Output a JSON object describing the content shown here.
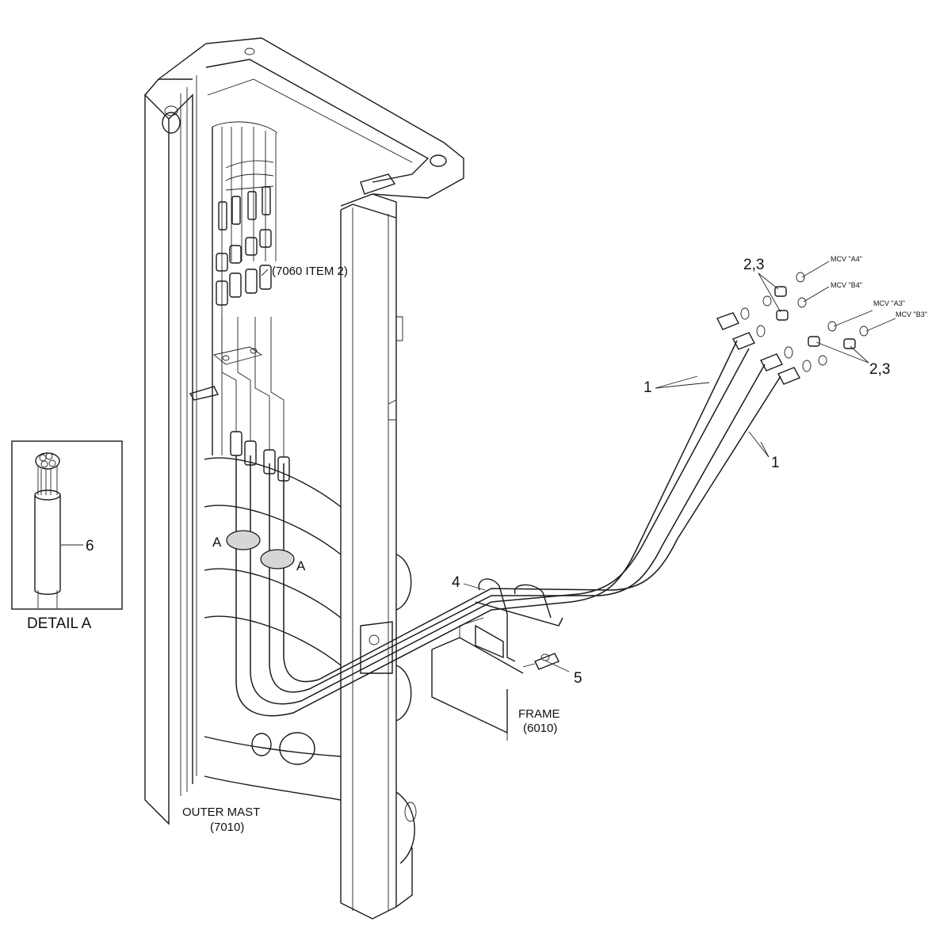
{
  "labels": {
    "item_2_3_top": "2,3",
    "item_2_3_right": "2,3",
    "item_1_upper": "1",
    "item_1_lower": "1",
    "item_4": "4",
    "item_5": "5",
    "item_6": "6",
    "ref_7060": "(7060 ITEM 2)",
    "detail_marker_1": "A",
    "detail_marker_2": "A",
    "detail_title": "DETAIL A",
    "frame_name": "FRAME",
    "frame_ref": "(6010)",
    "mast_name": "OUTER MAST",
    "mast_ref": "(7010)",
    "mcv_a4": "MCV \"A4\"",
    "mcv_b4": "MCV \"B4\"",
    "mcv_a3": "MCV \"A3\"",
    "mcv_b3": "MCV \"B3\""
  }
}
